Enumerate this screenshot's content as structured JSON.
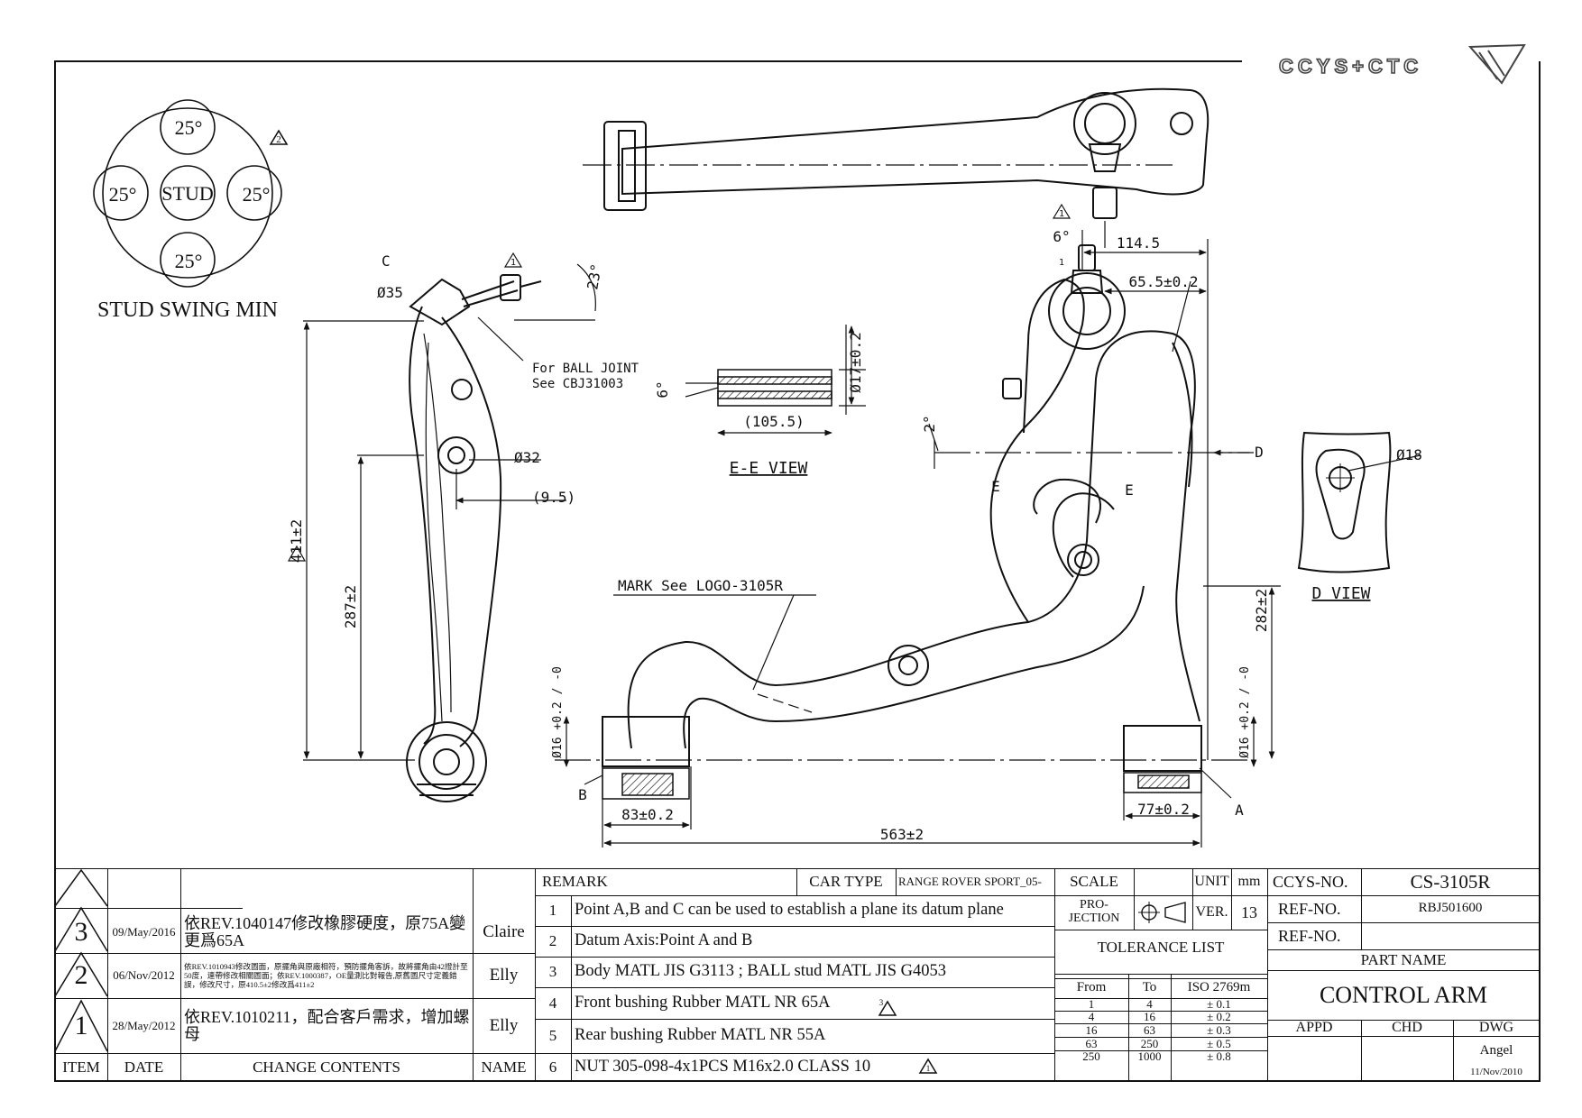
{
  "brand": {
    "logo_text": "CCYS+CTC"
  },
  "drawing": {
    "stud_swing": {
      "center_label": "STUD",
      "angles": [
        "25°",
        "25°",
        "25°",
        "25°"
      ],
      "caption": "STUD SWING MIN",
      "rev_mark": "2"
    },
    "dims": {
      "d411": "411±2",
      "d287": "287±2",
      "d35": "Ø35",
      "d32": "Ø32",
      "d9_5": "(9.5)",
      "ang23": "23°",
      "ball_note_1": "For BALL JOINT",
      "ball_note_2": "See CBJ31003",
      "point_c": "C",
      "rev_mark_side": "1",
      "ang6_top": "6°",
      "rev_mark_top": "1",
      "d114": "114.5",
      "d65": "65.5±0.2",
      "rev_mark_ball": "1",
      "d17": "Ø17±0.2",
      "ang6_ee": "6°",
      "d105": "(105.5)",
      "ee_view": "E-E VIEW",
      "ang2": "2°",
      "e_left": "E",
      "e_right": "E",
      "d_mark": "D",
      "d18": "Ø18",
      "d_view": "D VIEW",
      "mark_note": "MARK See LOGO-3105R",
      "d282": "282±2",
      "d16_left": "Ø16 +0.2 / -0",
      "d16_right": "Ø16 +0.2 / -0",
      "point_b": "B",
      "point_a": "A",
      "d83": "83±0.2",
      "d77": "77±0.2",
      "d563": "563±2"
    }
  },
  "revisions": {
    "headers": {
      "item": "ITEM",
      "date": "DATE",
      "content": "CHANGE CONTENTS",
      "name": "NAME"
    },
    "rows": [
      {
        "item": "3",
        "date": "09/May/2016",
        "content": "依REV.1040147修改橡膠硬度，原75A變更爲65A",
        "name": "Claire"
      },
      {
        "item": "2",
        "date": "06/Nov/2012",
        "content": "依REV.1010943修改圖面，原擺角與原廠相符，預防擺角客訴，故將擺角由42證計至50度，連帶修改相關圖面；依REV.1000387，OE量測比對報告,原舊圖尺寸定義錯誤，修改尺寸，原410.5±2修改爲411±2",
        "name": "Elly"
      },
      {
        "item": "1",
        "date": "28/May/2012",
        "content": "依REV.1010211，配合客戶需求，增加螺母",
        "name": "Elly"
      }
    ]
  },
  "remarks": {
    "label": "REMARK",
    "car_type_label": "CAR TYPE",
    "car_type": "RANGE ROVER SPORT_05-",
    "items": [
      {
        "no": "1",
        "text": "Point A,B and C can be used to establish a plane its datum plane"
      },
      {
        "no": "2",
        "text": "Datum Axis:Point A and B"
      },
      {
        "no": "3",
        "text": "Body MATL JIS G3113 ; BALL stud MATL JIS G4053"
      },
      {
        "no": "4",
        "text": "Front bushing Rubber MATL NR 65A",
        "rev": "3"
      },
      {
        "no": "5",
        "text": "Rear bushing Rubber MATL NR 55A"
      },
      {
        "no": "6",
        "text": "NUT 305-098-4x1PCS M16x2.0 CLASS 10",
        "rev": "1"
      }
    ]
  },
  "spec": {
    "scale_label": "SCALE",
    "scale_value": "",
    "unit_label": "UNIT",
    "unit_value": "mm",
    "projection_label": "PRO-JECTION",
    "ver_label": "VER.",
    "ver_value": "13",
    "tolerance_title": "TOLERANCE LIST",
    "tolerance_headers": [
      "From",
      "To",
      "ISO 2769m"
    ],
    "tolerance_rows": [
      [
        "1",
        "4",
        "± 0.1"
      ],
      [
        "4",
        "16",
        "± 0.2"
      ],
      [
        "16",
        "63",
        "± 0.3"
      ],
      [
        "63",
        "250",
        "± 0.5"
      ],
      [
        "250",
        "1000",
        "± 0.8"
      ]
    ]
  },
  "title_block": {
    "ccys_label": "CCYS-NO.",
    "ccys_no": "CS-3105R",
    "ref_label_1": "REF-NO.",
    "ref_no_1": "RBJ501600",
    "ref_label_2": "REF-NO.",
    "ref_no_2": "",
    "part_name_label": "PART NAME",
    "part_name": "CONTROL ARM",
    "appd_label": "APPD",
    "chd_label": "CHD",
    "dwg_label": "DWG",
    "dwg_name": "Angel",
    "dwg_date": "11/Nov/2010"
  }
}
